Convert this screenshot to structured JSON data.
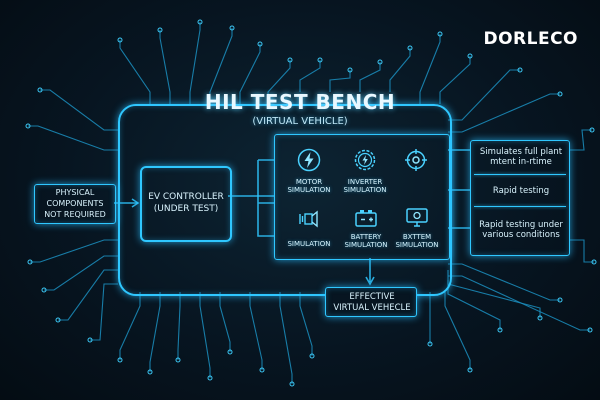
{
  "brand": "DORLECO",
  "title": "HIL TEST BENCH",
  "subtitle": "(VIRTUAL VEHICLE)",
  "left_box": [
    "PHYSICAL",
    "COMPONENTS",
    "NOT REQUIRED"
  ],
  "controller": [
    "EV CONTROLLER",
    "(UNDER TEST)"
  ],
  "modules": [
    {
      "icon": "lightning-icon",
      "label": [
        "MOTOR",
        "SIMULATION"
      ]
    },
    {
      "icon": "gear-bolt-icon",
      "label": [
        "INVERTER",
        "SIMULATION"
      ]
    },
    {
      "icon": "target-icon",
      "label": [
        "",
        ""
      ]
    },
    {
      "icon": "signal-icon",
      "label": [
        "SIMULATION",
        ""
      ]
    },
    {
      "icon": "battery-icon",
      "label": [
        "BATTERY",
        "SIMULATION"
      ]
    },
    {
      "icon": "monitor-icon",
      "label": [
        "BXTTEM",
        "SIMULATION"
      ]
    }
  ],
  "right_items": [
    [
      "Simulates full plant",
      "mtent in-rtime"
    ],
    [
      "Rapid testing"
    ],
    [
      "Rapid testing under",
      "various conditions"
    ]
  ],
  "output": [
    "EFFECTIVE",
    "VIRTUAL VEHECLE"
  ],
  "colors": {
    "accent": "#2fc7ff",
    "background": "#071521",
    "trace": "#1b8fc0"
  }
}
